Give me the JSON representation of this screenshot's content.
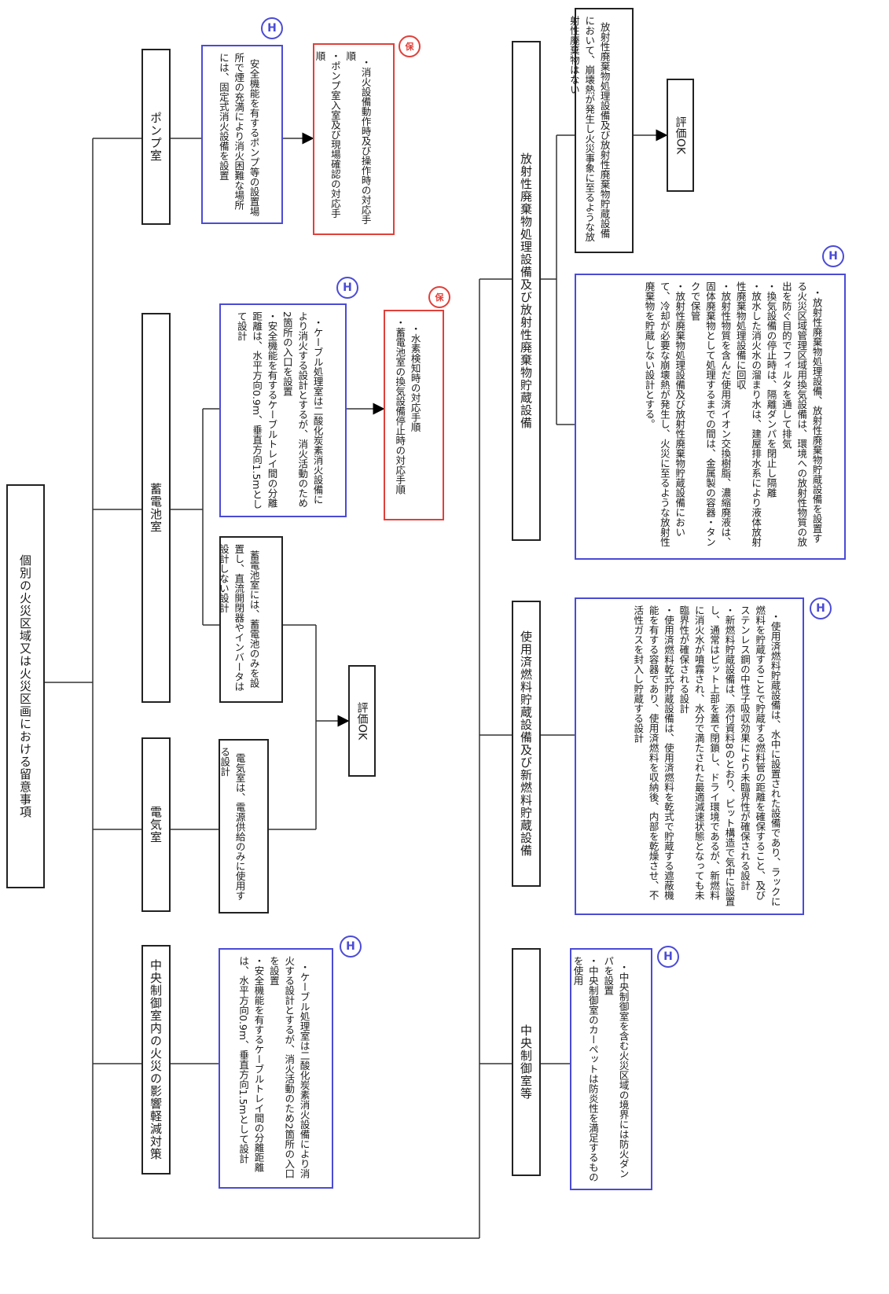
{
  "root": {
    "title": "個別の火災区域又は火災区画における留意事項"
  },
  "top_left": {
    "pump_room": {
      "header": "ポンプ室",
      "design": "安全機能を有するポンプ等の設置場所で煙の充満により消火困難な場所には、固定式消火設備を設置",
      "design_badge": "H",
      "procedure": "・消火設備動作時及び操作時の対応手順\n・ポンプ室入室及び現場確認の対応手順",
      "procedure_badge": "保"
    },
    "battery_room": {
      "header": "蓄電池室",
      "design": "・ケーブル処理室は二酸化炭素消火設備により消火する設計とするが、消火活動のため2箇所の入口を設置\n・安全機能を有するケーブルトレイ間の分離距離は、水平方向0.9m、垂直方向1.5mとして設計",
      "design_badge": "H",
      "procedure": "・水素検知時の対応手順\n・蓄電池室の換気設備停止時の対応手順",
      "procedure_badge": "保",
      "note": "蓄電池室には、蓄電池のみを設置し、直流開閉器やインバータは設計しない設計"
    },
    "electrical_room": {
      "header": "電気室",
      "note": "電気室は、電源供給のみに使用する設計"
    },
    "evaluation_ok": "評価OK",
    "central_control": {
      "header": "中央制御室内の火災の影響軽減対策",
      "design": "・ケーブル処理室は二酸化炭素消火設備により消火する設計とするが、消火活動のため2箇所の入口を設置\n・安全機能を有するケーブルトレイ間の分離距離は、水平方向0.9m、垂直方向1.5mとして設計",
      "design_badge": "H"
    }
  },
  "top_right": {
    "radwaste": {
      "header": "放射性廃棄物処理設備及び放射性廃棄物貯蔵設備",
      "note": "放射性廃棄物処理設備及び放射性廃棄物貯蔵設備において、崩壊熱が発生し火災事象に至るような放射性廃棄物はない",
      "evaluation_ok": "評価OK",
      "design": "・放射性廃棄物処理設備、放射性廃棄物貯蔵設備を設置する火災区域管理区域用換気設備は、環境への放射性物質の放出を防ぐ目的でフィルタを通して排気\n・換気設備の停止時は、隔離ダンパを閉止し隔離\n・放水した消火水の溜まり水は、建屋排水系により液体放射性廃棄物処理設備に回収\n・放射性物質を含んだ使用済イオン交換樹脂、濃縮廃液は、固体廃棄物として処理するまでの間は、金属製の容器・タンクで保管\n・放射性廃棄物処理設備及び放射性廃棄物貯蔵設備において、冷却が必要な崩壊熱が発生し、火災に至るような放射性廃棄物を貯蔵しない設計とする。",
      "design_badge": "H"
    },
    "fuel_storage": {
      "header": "使用済燃料貯蔵設備及び新燃料貯蔵設備",
      "design": "・使用済燃料貯蔵設備は、水中に設置された設備であり、ラックに燃料を貯蔵することで貯蔵する燃料管の距離を確保すること、及びステンレス鋼の中性子吸収効果により未臨界性が確保される設計\n・新燃料貯蔵設備は、添付資料8のとおり、ピット構造で気中に設置し、通常はピット上部を蓋で閉鎖し、ドライ環境であるが、新燃料に消火水が噴霧され、水分で満たされた最適減速状態となっても未臨界性が確保される設計\n・使用済燃料乾式貯蔵設備は、使用済燃料を乾式で貯蔵する遮蔽機能を有する容器であり、使用済燃料を収納後、内部を乾燥させ、不活性ガスを封入し貯蔵する設計",
      "design_badge": "H"
    },
    "control_room_etc": {
      "header": "中央制御室等",
      "design": "・中央制御室を含む火災区域の境界には防火ダンパを設置\n・中央制御室のカーペットは防炎性を満足するものを使用",
      "design_badge": "H"
    }
  }
}
